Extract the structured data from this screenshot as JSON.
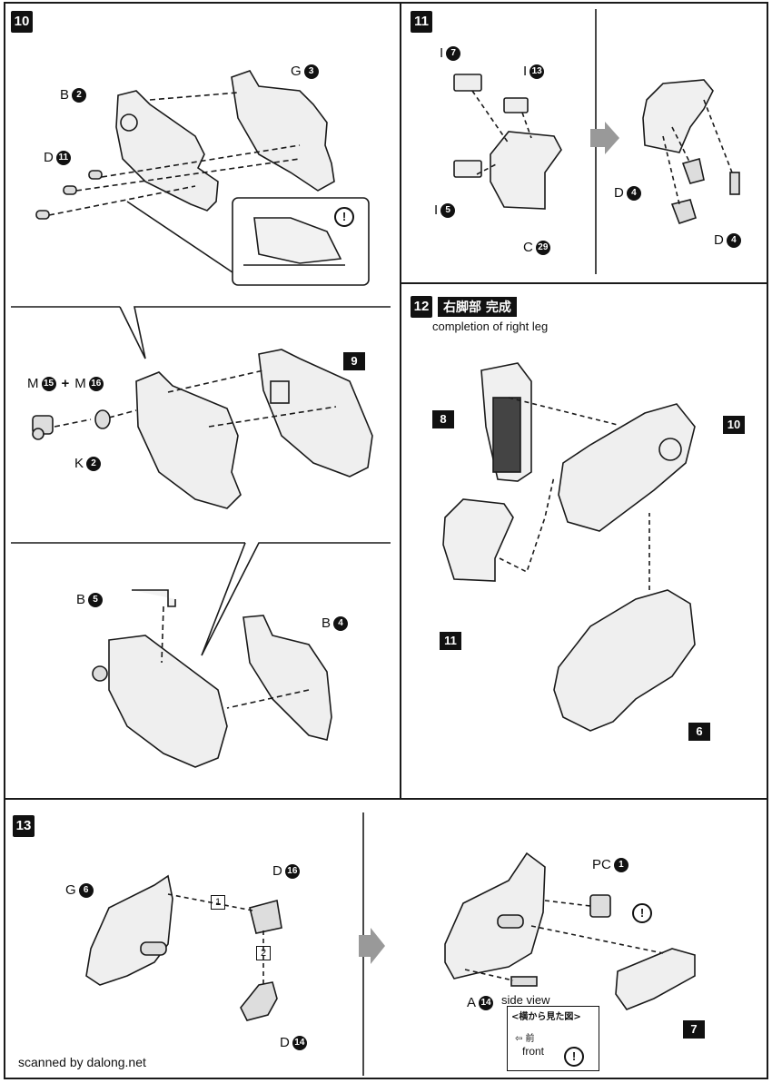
{
  "steps": {
    "s10": "10",
    "s11": "11",
    "s12": "12",
    "s13": "13"
  },
  "step10": {
    "b2": {
      "letter": "B",
      "num": "2"
    },
    "g3": {
      "letter": "G",
      "num": "3"
    },
    "d11": {
      "letter": "D",
      "num": "11"
    },
    "m15": {
      "letter": "M",
      "num": "15"
    },
    "plus": "+",
    "m16": {
      "letter": "M",
      "num": "16"
    },
    "k2": {
      "letter": "K",
      "num": "2"
    },
    "sub9": "9",
    "b5": {
      "letter": "B",
      "num": "5"
    },
    "b4": {
      "letter": "B",
      "num": "4"
    },
    "caution": "!"
  },
  "step11": {
    "i7": {
      "letter": "I",
      "num": "7"
    },
    "i13": {
      "letter": "I",
      "num": "13"
    },
    "i5": {
      "letter": "I",
      "num": "5"
    },
    "c29": {
      "letter": "C",
      "num": "29"
    },
    "d4a": {
      "letter": "D",
      "num": "4"
    },
    "d4b": {
      "letter": "D",
      "num": "4"
    }
  },
  "step12": {
    "title_jp": "右脚部 完成",
    "caption": "completion of right leg",
    "sub8": "8",
    "sub10": "10",
    "sub11": "11",
    "sub6": "6"
  },
  "step13": {
    "g6": {
      "letter": "G",
      "num": "6"
    },
    "d16": {
      "letter": "D",
      "num": "16"
    },
    "d14": {
      "letter": "D",
      "num": "14"
    },
    "order1": "1",
    "order2": "2",
    "pc1": {
      "letter": "PC",
      "num": "1"
    },
    "a14": {
      "letter": "A",
      "num": "14"
    },
    "side_view": "side view",
    "side_title_jp": "<横から見た図>",
    "front_jp": "⇦ 前",
    "front": "front",
    "sub7": "7",
    "caution": "!"
  },
  "credit": "scanned by dalong.net"
}
